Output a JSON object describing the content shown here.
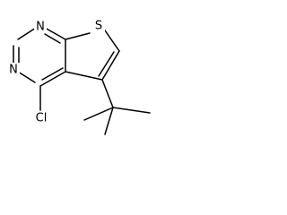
{
  "molecule": {
    "atoms": {
      "n1": "N",
      "n3": "N",
      "s": "S",
      "cl": "Cl"
    }
  }
}
